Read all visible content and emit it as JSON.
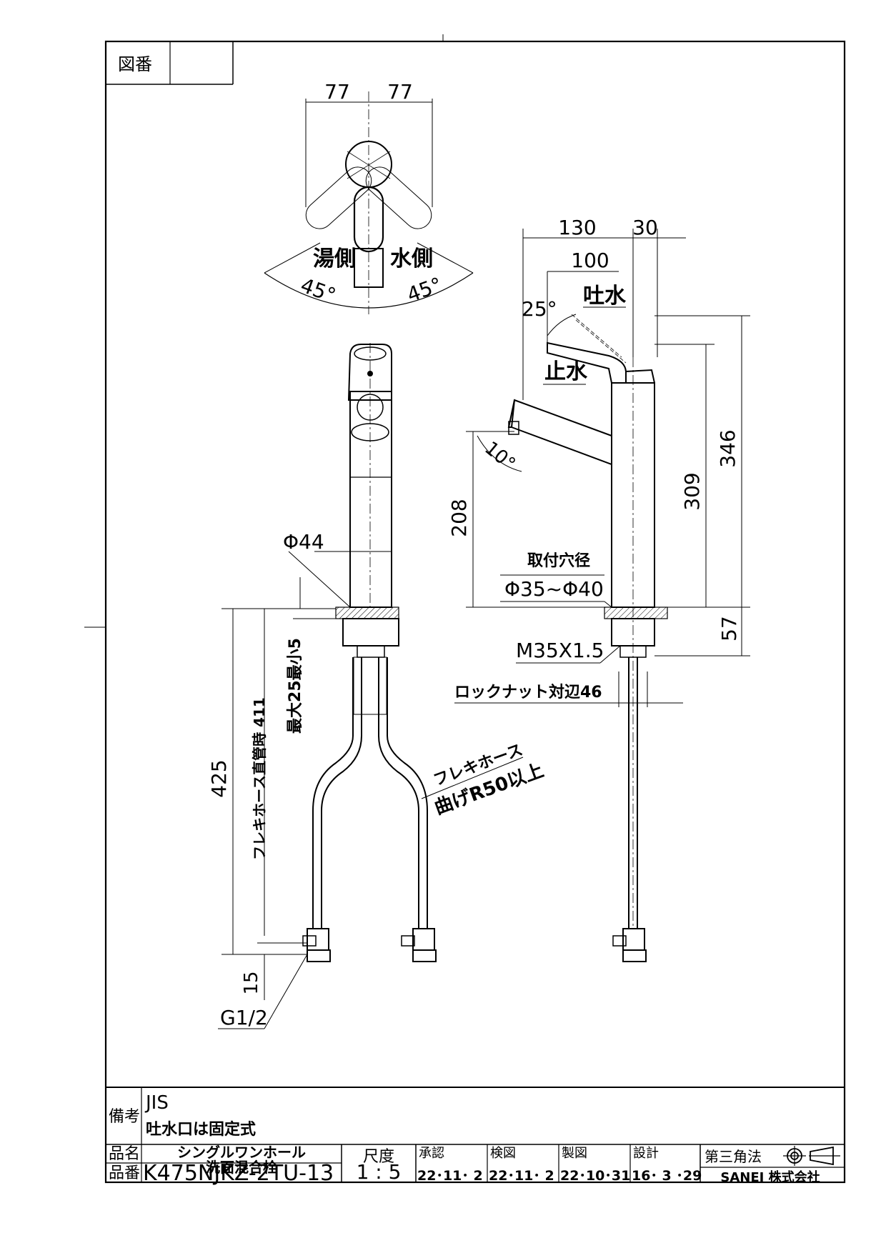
{
  "title_block": {
    "fig_no_label": "図番",
    "fig_no_value": "",
    "remarks_label": "備考",
    "remarks_line1": "JIS",
    "remarks_line2": "吐水口は固定式",
    "name_label": "品名",
    "name_line1": "シングルワンホール",
    "name_line2": "洗面混合栓",
    "part_label": "品番",
    "part_no": "K475NJKZ-2TU-13",
    "scale_label": "尺度",
    "scale_value": "1 : 5",
    "approved_label": "承認",
    "approved_date": "22･11･ 2",
    "checked_label": "検図",
    "checked_date": "22･11･ 2",
    "drawn_label": "製図",
    "drawn_date": "22･10･31",
    "design_label": "設計",
    "design_date": "16･ 3 ･29",
    "projection_label": "第三角法",
    "company": "SANEI 株式会社"
  },
  "top_view": {
    "dim_left": "77",
    "dim_right": "77",
    "hot_side": "湯側",
    "cold_side": "水側",
    "angle_left": "45°",
    "angle_right": "45°"
  },
  "front_view": {
    "diameter": "Φ44",
    "max_thickness": "最大25最小5",
    "hose_length": "フレキホース直管時 411",
    "total_length": "425",
    "hose_label": "フレキホース",
    "bend_radius": "曲げR50以上",
    "thread_height": "15",
    "thread": "G1/2"
  },
  "side_view": {
    "dim_130": "130",
    "dim_30": "30",
    "dim_100": "100",
    "spout_label": "吐水",
    "angle_25": "25°",
    "stop_label": "止水",
    "angle_10": "10°",
    "dim_346": "346",
    "dim_309": "309",
    "dim_208": "208",
    "hole_label": "取付穴径",
    "hole_size": "Φ35~Φ40",
    "dim_57": "57",
    "mount_thread": "M35X1.5",
    "locknut": "ロックナット対辺46"
  }
}
